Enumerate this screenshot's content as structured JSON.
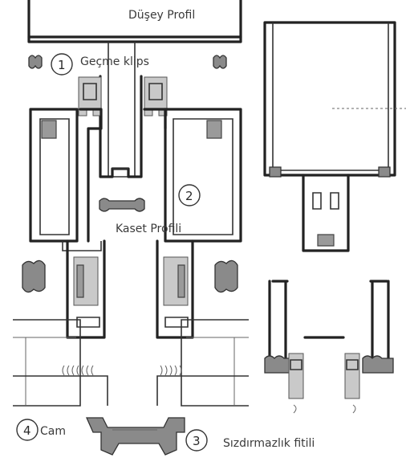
{
  "labels": {
    "vertical_profile": "Düşey Profil",
    "clip": "Geçme klips",
    "cassette_profile": "Kaset Profili",
    "glass": "Cam",
    "gasket": "Sızdırmazlık fitili"
  },
  "callouts": {
    "clip_no": "1",
    "cassette_no": "2",
    "gasket_no": "3",
    "glass_no": "4"
  }
}
